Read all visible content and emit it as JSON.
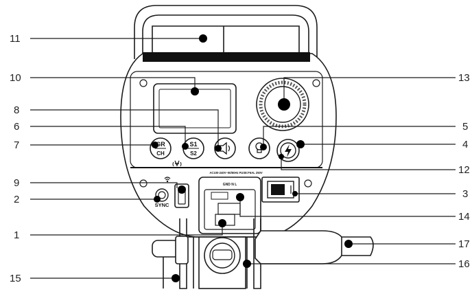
{
  "callouts": {
    "n1": "1",
    "n2": "2",
    "n3": "3",
    "n4": "4",
    "n5": "5",
    "n6": "6",
    "n7": "7",
    "n8": "8",
    "n9": "9",
    "n10": "10",
    "n11": "11",
    "n12": "12",
    "n13": "13",
    "n14": "14",
    "n15": "15",
    "n16": "16",
    "n17": "17"
  },
  "device": {
    "gr_top": "GR",
    "gr_bottom": "CH",
    "s_top": "S1",
    "s_bottom": "S2",
    "sync_label": "SYNC",
    "power_rating": "AC100-240V~50/60Hz FUSE:F6AL 250V",
    "socket_label": "GND  N  L"
  },
  "colors": {
    "line": "#1a1a1a",
    "body": "#ffffff",
    "dot": "#000000"
  }
}
